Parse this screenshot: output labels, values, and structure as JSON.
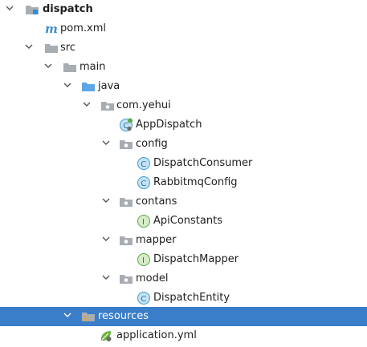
{
  "tree": {
    "root": {
      "label": "dispatch",
      "icon": "module-folder-icon"
    },
    "pom": {
      "label": "pom.xml",
      "icon": "maven-icon"
    },
    "src": {
      "label": "src",
      "icon": "folder-icon"
    },
    "main": {
      "label": "main",
      "icon": "folder-icon"
    },
    "java": {
      "label": "java",
      "icon": "source-folder-icon"
    },
    "pkg": {
      "label": "com.yehui",
      "icon": "package-icon"
    },
    "app": {
      "label": "AppDispatch",
      "icon": "spring-boot-class-icon"
    },
    "config": {
      "label": "config",
      "icon": "package-icon"
    },
    "consumer": {
      "label": "DispatchConsumer",
      "icon": "class-icon"
    },
    "rabbit": {
      "label": "RabbitmqConfig",
      "icon": "class-icon"
    },
    "contans": {
      "label": "contans",
      "icon": "package-icon"
    },
    "apiconst": {
      "label": "ApiConstants",
      "icon": "interface-icon"
    },
    "mapper": {
      "label": "mapper",
      "icon": "package-icon"
    },
    "dispmapper": {
      "label": "DispatchMapper",
      "icon": "interface-icon"
    },
    "model": {
      "label": "model",
      "icon": "package-icon"
    },
    "entity": {
      "label": "DispatchEntity",
      "icon": "class-icon"
    },
    "resources": {
      "label": "resources",
      "icon": "resources-folder-icon",
      "selected": true
    },
    "appyml": {
      "label": "application.yml",
      "icon": "spring-config-icon"
    }
  },
  "colors": {
    "selection": "#3a7dc8",
    "folder": "#a8adb3",
    "source_folder": "#5ca6e6",
    "class": "#3b9bd1",
    "interface": "#5aa84a"
  }
}
